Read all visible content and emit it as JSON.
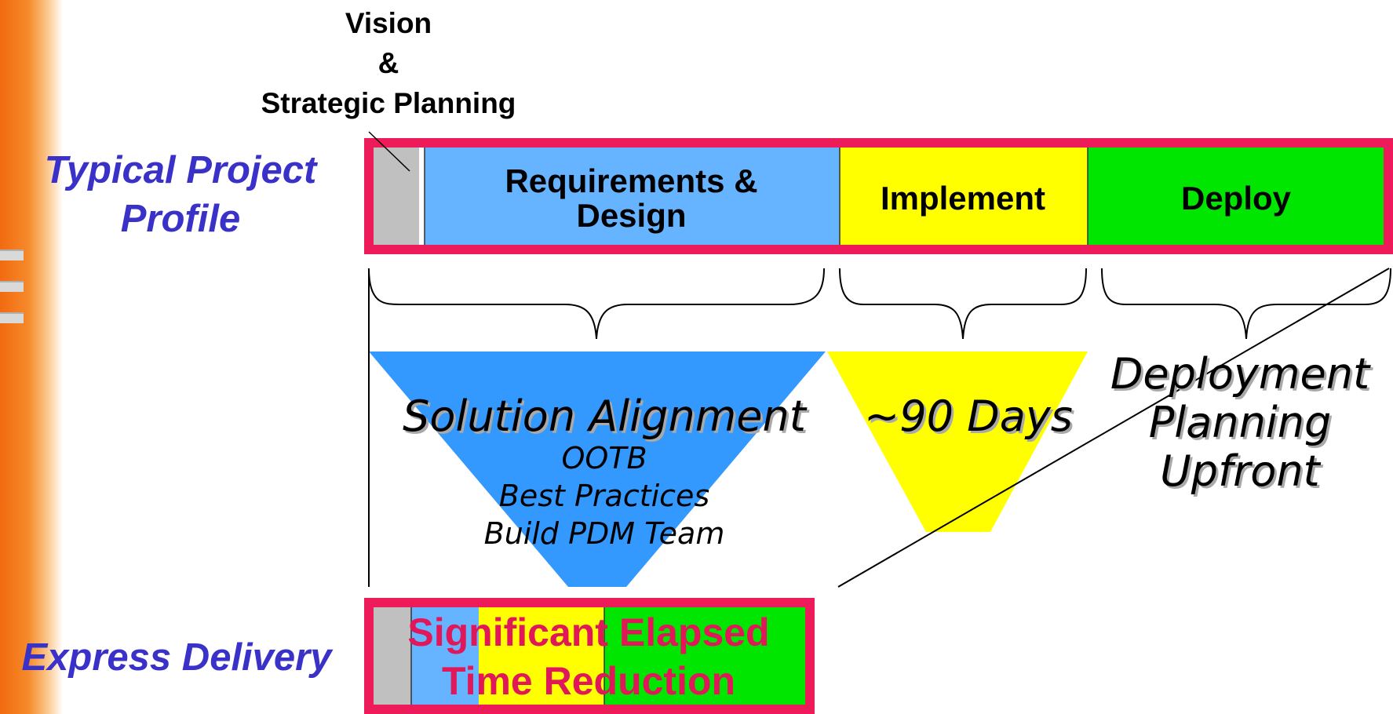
{
  "top_label": {
    "line1": "Vision",
    "line2": "&",
    "line3": "Strategic Planning"
  },
  "rows": {
    "typical": {
      "line1": "Typical Project",
      "line2": "Profile"
    },
    "express": "Express Delivery"
  },
  "phases": {
    "requirements": {
      "line1": "Requirements &",
      "line2": "Design"
    },
    "implement": "Implement",
    "deploy": "Deploy"
  },
  "funnels": {
    "solution_alignment": {
      "title": "Solution Alignment",
      "items": [
        "OOTB",
        "Best Practices",
        "Build PDM Team"
      ]
    },
    "days": "~90 Days",
    "deployment_planning": {
      "line1": "Deployment",
      "line2": "Planning",
      "line3": "Upfront"
    }
  },
  "express_overlay": {
    "line1": "Significant Elapsed",
    "line2": "Time Reduction"
  },
  "colors": {
    "vision": "#c0c0c0",
    "requirements": "#66b3ff",
    "implement": "#ffff00",
    "deploy": "#00e600",
    "frame": "#ee1b5b",
    "label": "#3a32c8",
    "funnel_blue": "#3399ff"
  }
}
